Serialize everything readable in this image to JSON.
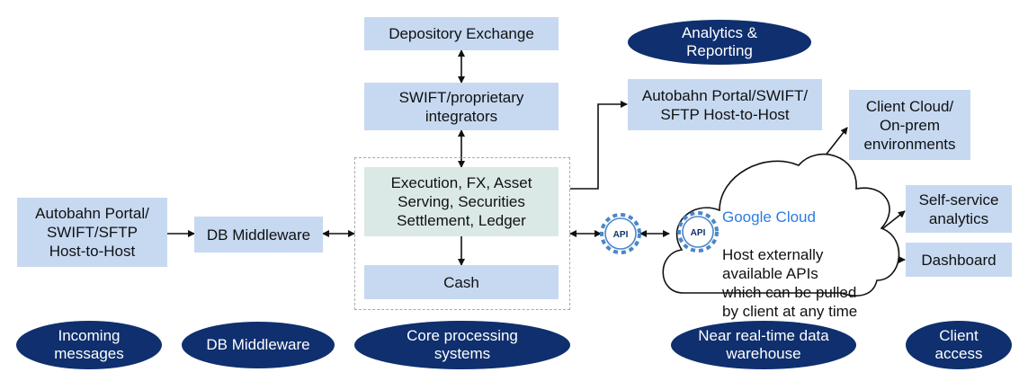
{
  "boxes": {
    "depository_exchange": "Depository Exchange",
    "swift_integrators": "SWIFT/proprietary\nintegrators",
    "core_processing": "Execution, FX, Asset\nServing, Securities\nSettlement, Ledger",
    "cash": "Cash",
    "incoming_portal": "Autobahn Portal/\nSWIFT/SFTP\nHost-to-Host",
    "db_middleware": "DB Middleware",
    "outgoing_portal": "Autobahn Portal/SWIFT/\nSFTP Host-to-Host",
    "client_cloud": "Client Cloud/\nOn-prem\nenvironments",
    "self_service": "Self-service\nanalytics",
    "dashboard": "Dashboard"
  },
  "cloud": {
    "brand": "Google Cloud",
    "description": "Host externally\navailable APIs\nwhich can be pulled\nby client at any time"
  },
  "api_icon_label": "API",
  "categories": {
    "analytics_reporting": "Analytics &\nReporting",
    "incoming_messages": "Incoming\nmessages",
    "db_middleware": "DB Middleware",
    "core_processing": "Core processing\nsystems",
    "data_warehouse": "Near real-time data\nwarehouse",
    "client_access": "Client\naccess"
  },
  "colors": {
    "box_fill": "#c6d9f1",
    "core_fill": "#dbe9e6",
    "category_fill": "#0f2f6e",
    "cloud_brand": "#2a7de1",
    "arrow": "#111111"
  }
}
